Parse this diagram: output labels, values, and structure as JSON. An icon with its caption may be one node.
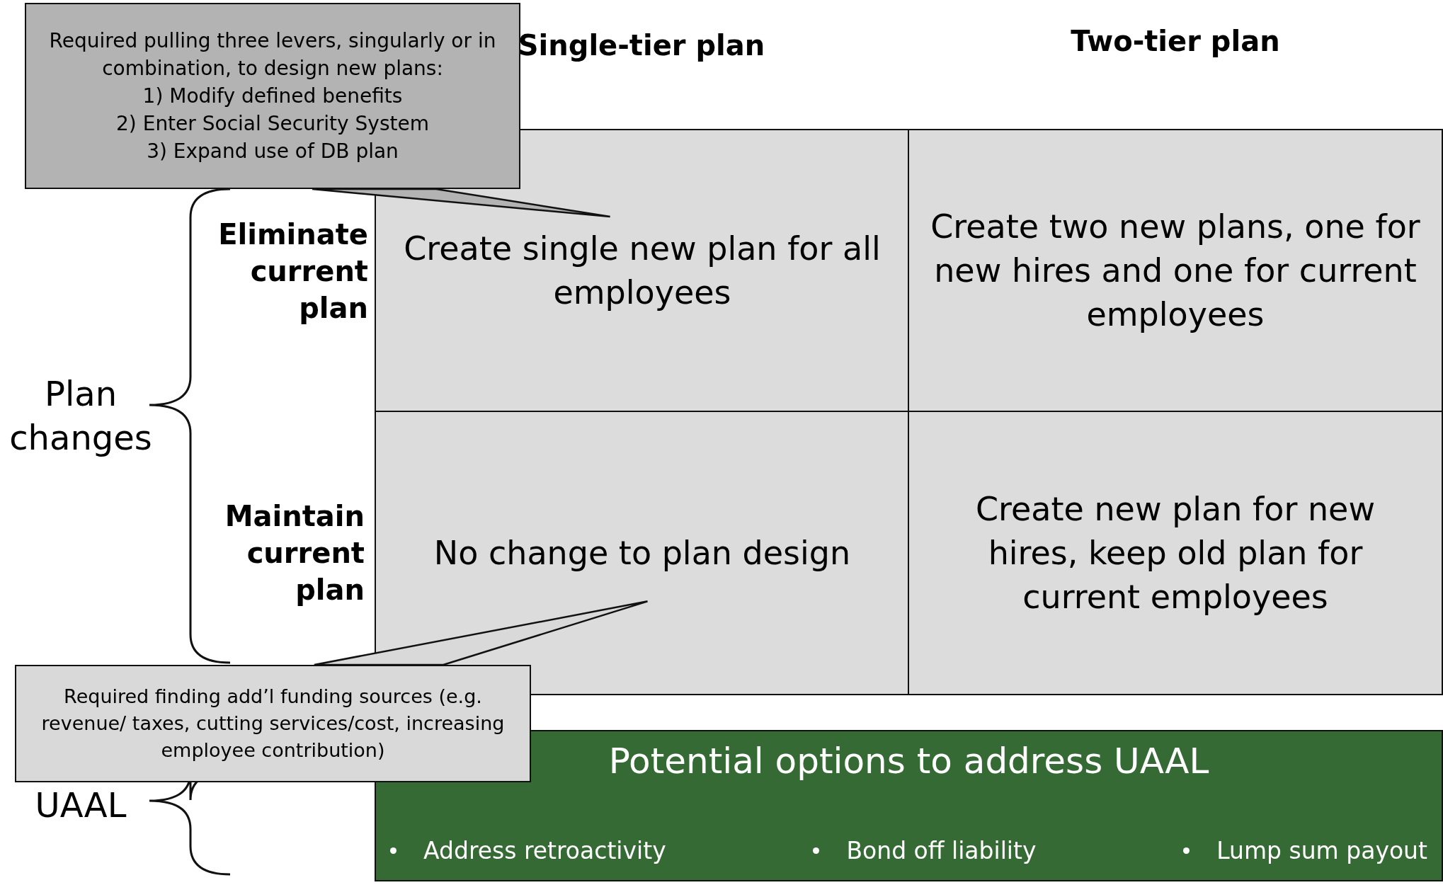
{
  "diagram": {
    "nodes": [
      {
        "text": [
          "Required pulling three levers, singularly or in combination, to design new plans:",
          "1) Modify defined benefits",
          "2) Enter Social Security System",
          "3) Expand use of DB plan"
        ]
      },
      {
        "text": [
          "Create single new plan for all employees"
        ]
      },
      {
        "text": [
          "Create two new plans, one for new hires and one for current employees"
        ]
      },
      {
        "text": [
          "No change to plan design"
        ]
      },
      {
        "text": [
          "Create new plan for new hires, keep old plan for current employees"
        ]
      },
      {
        "text": [
          "Required finding add’l funding sources (e.g. revenue/ taxes, cutting services/cost, increasing employee contribution)"
        ]
      },
      {
        "text": [
          "Potential options to address UAAL",
          "Address retroactivity",
          "Bond off liability",
          "Lump sum payout"
        ]
      }
    ],
    "edges": [
      {
        "from": 0,
        "to": 1,
        "arrow": "none"
      },
      {
        "from": 5,
        "to": 3,
        "arrow": "none"
      }
    ],
    "labels": [
      "Single-tier plan",
      "Two-tier plan",
      "Eliminate current plan",
      "Maintain current plan",
      "Plan changes",
      "UAAL"
    ]
  }
}
